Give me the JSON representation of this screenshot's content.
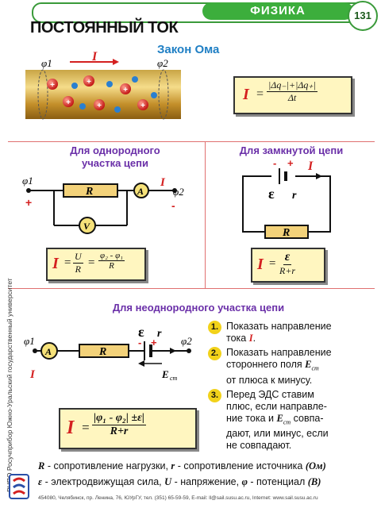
{
  "header": {
    "subject": "ФИЗИКА",
    "page_number": "131"
  },
  "title": "ПОСТОЯННЫЙ ТОК",
  "ohm_heading": "Закон Ома",
  "wire": {
    "phi1": "φ1",
    "phi2": "φ2",
    "current": "I"
  },
  "formula_top": {
    "lhs": "I",
    "numerator": "|Δq₋|+|Δq₊|",
    "denominator": "Δt"
  },
  "section_left": {
    "title_line1": "Для однородного",
    "title_line2": "участка  цепи",
    "phi1": "φ1",
    "phi2": "φ2",
    "I": "I",
    "R": "R",
    "A": "A",
    "V": "V",
    "plus": "+",
    "minus": "-",
    "formula": {
      "lhs": "I",
      "f1_num": "U",
      "f1_den": "R",
      "f2_num": "φ₂ - φ₁",
      "f2_den": "R"
    }
  },
  "section_right": {
    "title": "Для замкнутой цепи",
    "emf": "ε",
    "r": "r",
    "I": "I",
    "R": "R",
    "plus": "+",
    "minus": "-",
    "formula": {
      "lhs": "I",
      "num": "ε",
      "den": "R+r"
    }
  },
  "section_bottom": {
    "title": "Для  неоднородного  участка цепи",
    "phi1": "φ1",
    "phi2": "φ2",
    "I": "I",
    "R": "R",
    "A": "A",
    "emf": "ε",
    "r": "r",
    "E_label": "E",
    "E_sub": "ст",
    "plus": "+",
    "minus": "-",
    "formula": {
      "lhs": "I",
      "num": "|φ₁ - φ₂| ±ε|",
      "den": "R+r"
    },
    "steps": [
      {
        "n": "1.",
        "text_a": "Показать направление",
        "text_b": "тока ",
        "text_b_em": "I",
        "text_b_end": "."
      },
      {
        "n": "2.",
        "text_a": "Показать направление",
        "text_b": "стороннего поля ",
        "text_b_em": "E",
        "text_b_sub": "ст",
        "text_c": "от плюса к минусу."
      },
      {
        "n": "3.",
        "text_a": "Перед ЭДС ставим",
        "text_b": "плюс, если направле-",
        "text_c": "ние тока и ",
        "text_c_em": "E",
        "text_c_sub": "ст",
        "text_c_end": " совпа-",
        "text_d": "дают, или минус, если",
        "text_e": "не совпадают."
      }
    ]
  },
  "legend": {
    "line1_a": "R",
    "line1_b": " - сопротивление нагрузки, ",
    "line1_c": "r",
    "line1_d": " - сопротивление источника ",
    "line1_unit": "(Ом)",
    "line2_a": "ε",
    "line2_b": " - электродвижущая сила, ",
    "line2_c": "U",
    "line2_d": " - напряжение, ",
    "line2_e": "φ",
    "line2_f": " - потенциал ",
    "line2_unit": "(В)"
  },
  "side_text": "РНПО Росучприбор     Южно-Уральский государственный университет",
  "footer": "454080, Челябинск, пр. Ленина, 76, ЮУрГУ, тел. (351) 65-59-59, E-mail: ll@sail.susu.ac.ru, Internet: www.sail.susu.ac.ru",
  "colors": {
    "green": "#3cae3c",
    "red": "#d42020",
    "purple": "#6a2fa8",
    "blue": "#1f7fc4",
    "box": "#fff6c0"
  }
}
